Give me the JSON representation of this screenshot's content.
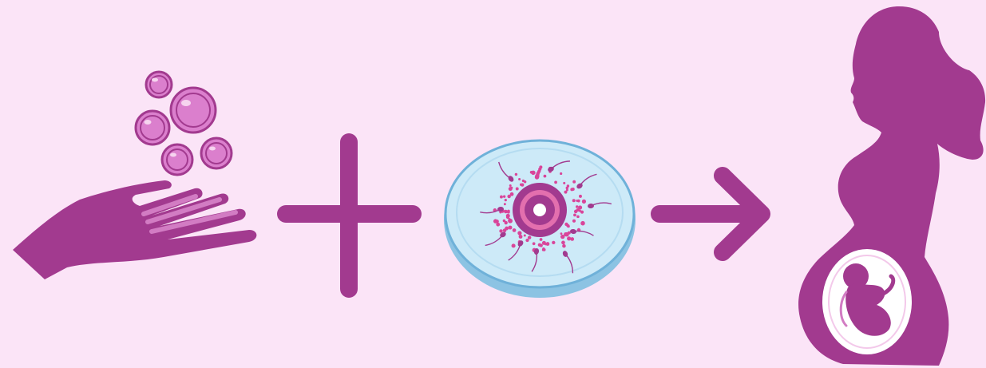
{
  "colors": {
    "background": "#fbe4f7",
    "primary": "#a23a8f",
    "egg_fill": "#db7fcd",
    "egg_dark": "#a23a8f",
    "egg_highlight": "#f6d4ef",
    "dish_fill": "#cdeaf8",
    "dish_rim": "#8cc3e3",
    "womb_fill": "#ffffff"
  },
  "steps": [
    {
      "id": "donated-eggs",
      "icon": "hand-with-eggs-icon"
    },
    {
      "id": "plus",
      "icon": "plus-icon"
    },
    {
      "id": "fertilization",
      "icon": "petri-dish-fertilization-icon"
    },
    {
      "id": "arrow",
      "icon": "arrow-right-icon"
    },
    {
      "id": "pregnancy",
      "icon": "pregnant-woman-icon"
    }
  ]
}
